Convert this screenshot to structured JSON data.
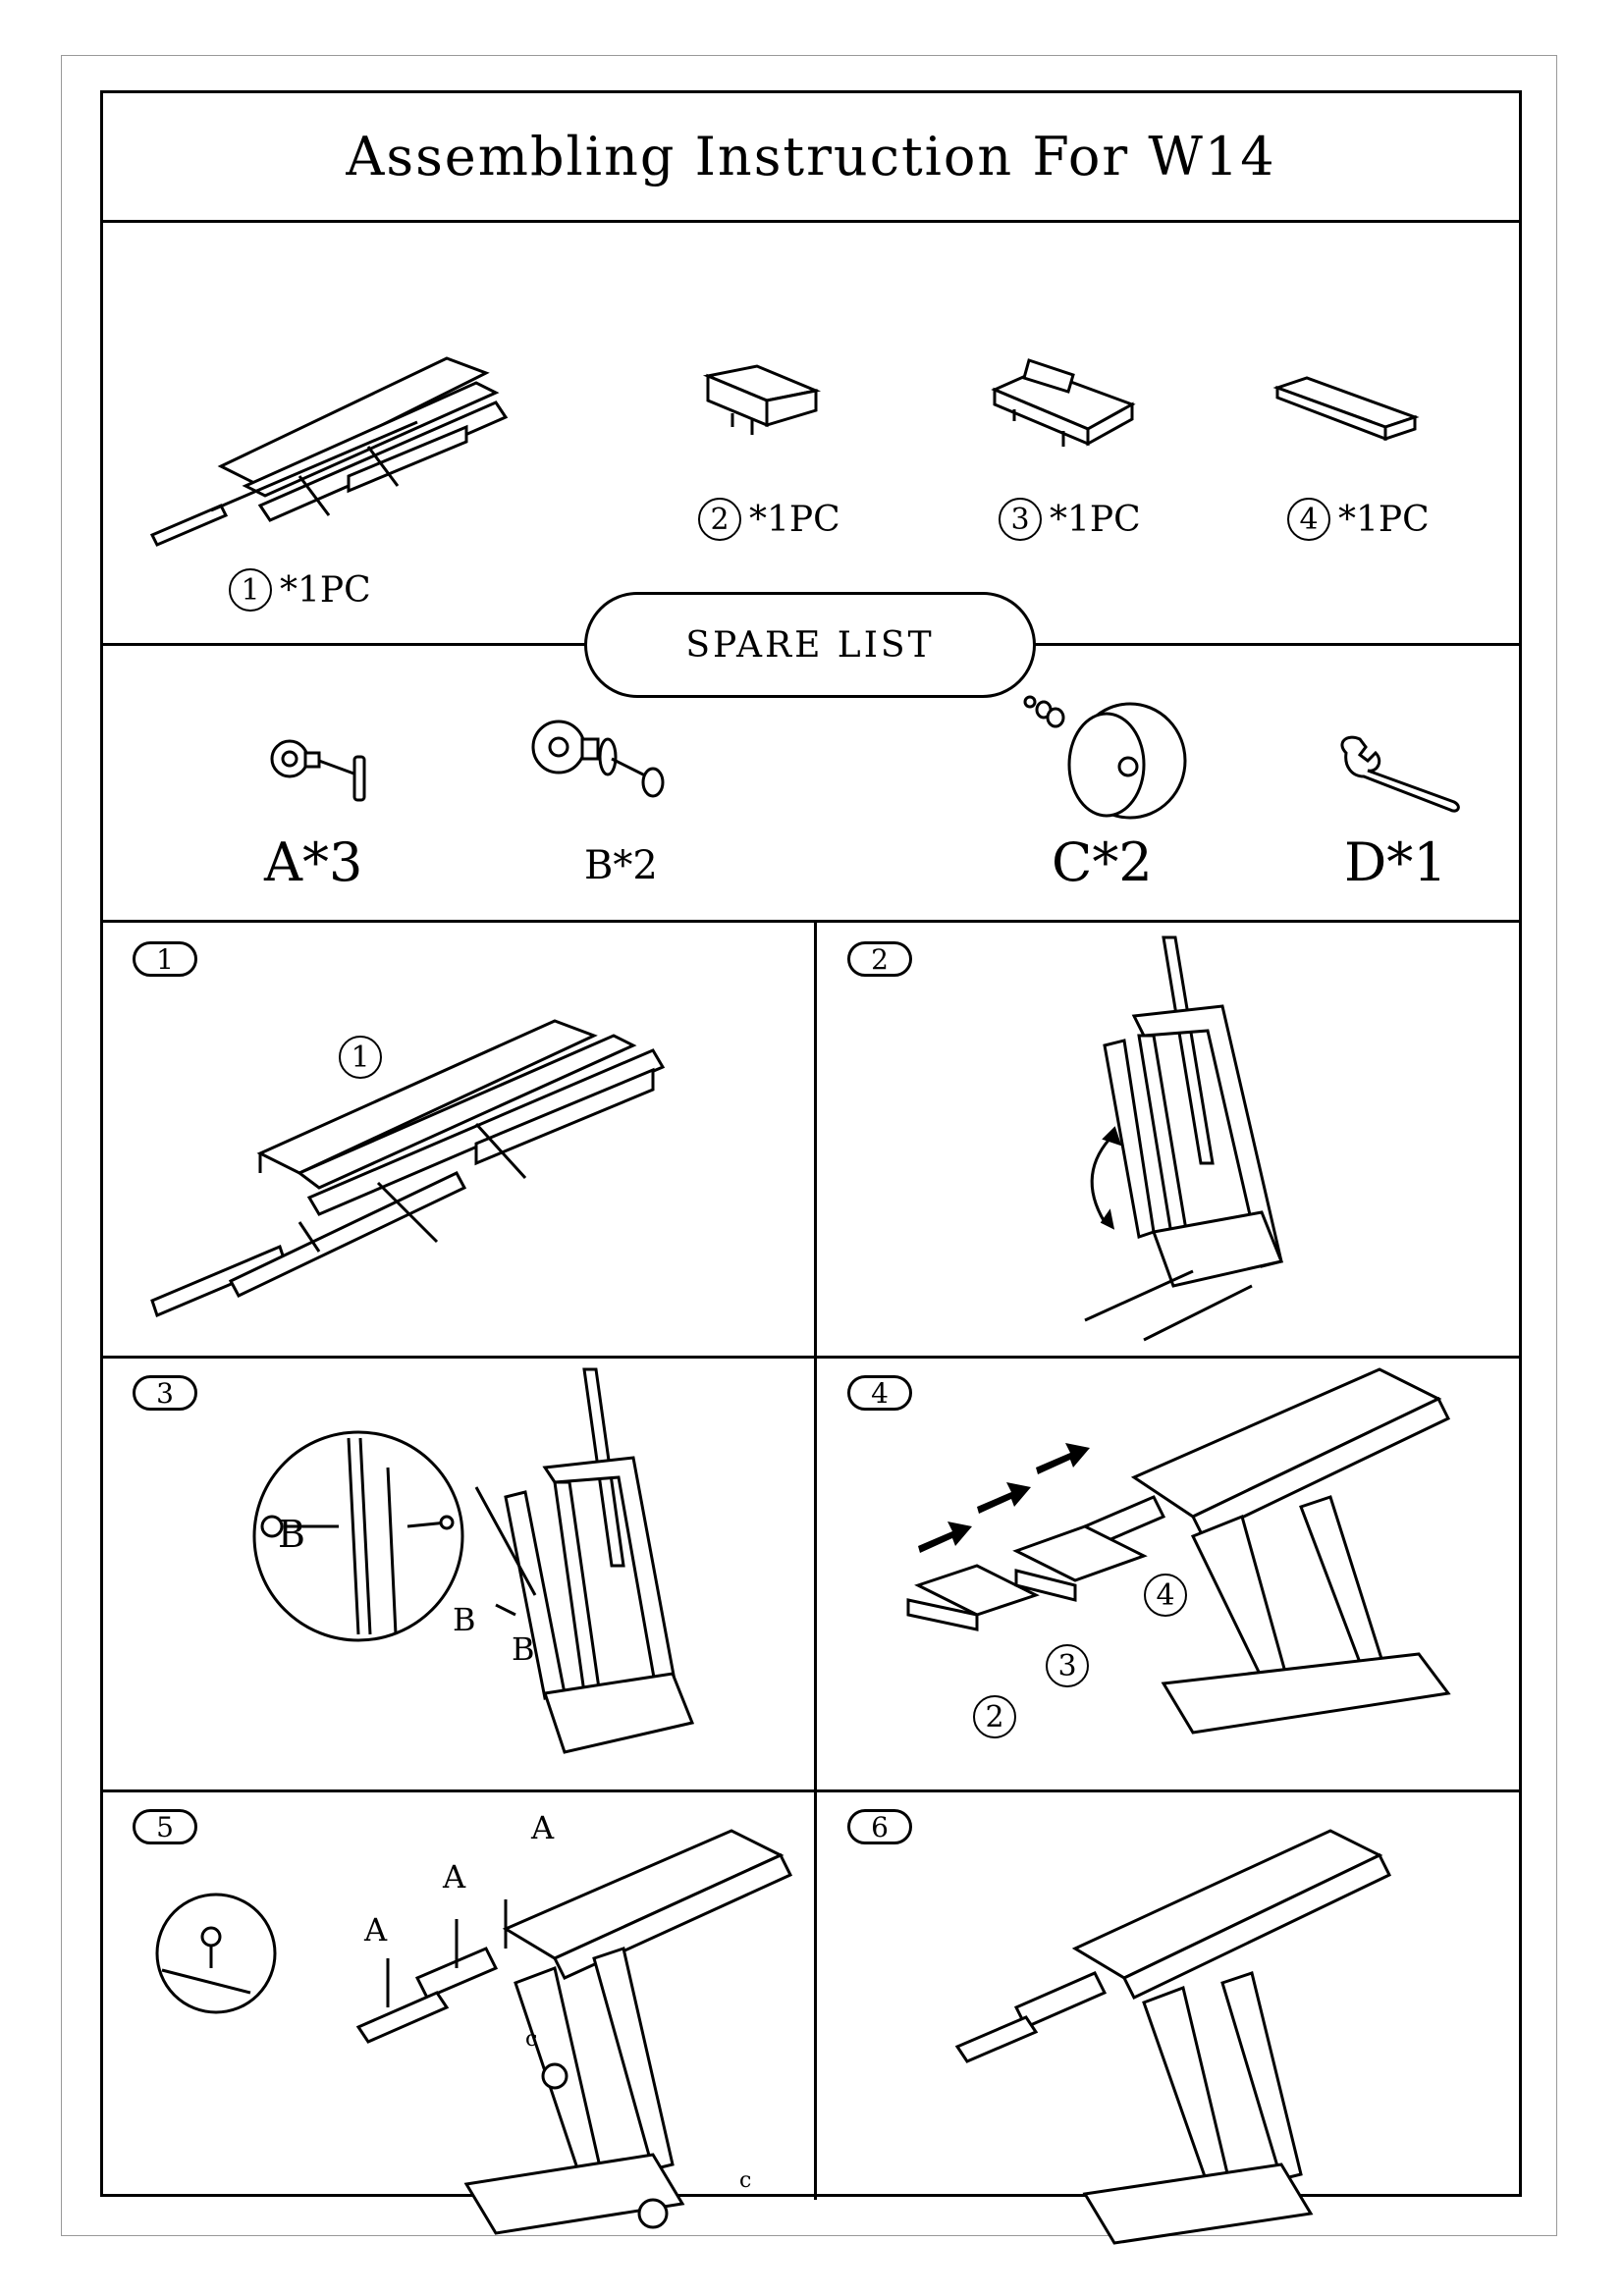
{
  "title": "Assembling Instruction For W14",
  "parts": [
    {
      "num": "1",
      "qty": "*1PC"
    },
    {
      "num": "2",
      "qty": "*1PC"
    },
    {
      "num": "3",
      "qty": "*1PC"
    },
    {
      "num": "4",
      "qty": "*1PC"
    }
  ],
  "spare_list": {
    "title": "SPARE  LIST",
    "items": [
      {
        "code": "A*3"
      },
      {
        "code": "B*2"
      },
      {
        "code": "C*2"
      },
      {
        "code": "D*1"
      }
    ]
  },
  "steps": [
    {
      "num": "1",
      "callouts": [
        "1"
      ]
    },
    {
      "num": "2",
      "callouts": []
    },
    {
      "num": "3",
      "callouts": [
        "B",
        "B",
        "B"
      ]
    },
    {
      "num": "4",
      "callouts": [
        "2",
        "3",
        "4"
      ]
    },
    {
      "num": "5",
      "callouts": [
        "A",
        "A",
        "A",
        "c",
        "c"
      ]
    },
    {
      "num": "6",
      "callouts": []
    }
  ]
}
